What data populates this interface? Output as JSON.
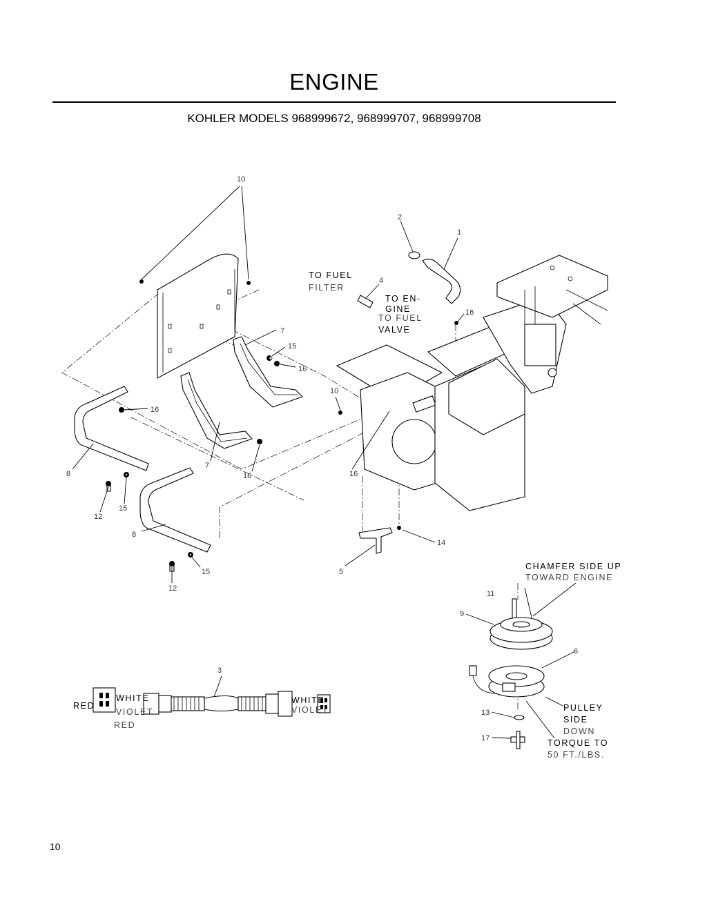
{
  "page": {
    "title": "ENGINE",
    "subtitle": "KOHLER MODELS 968999672, 968999707, 968999708",
    "page_number": "10"
  },
  "callouts": {
    "c1": "1",
    "c2": "2",
    "c3": "3",
    "c4": "4",
    "c5": "5",
    "c6": "6",
    "c7a": "7",
    "c7b": "7",
    "c8a": "8",
    "c8b": "8",
    "c9": "9",
    "c10a": "10",
    "c10b": "10",
    "c11": "11",
    "c12a": "12",
    "c12b": "12",
    "c13": "13",
    "c14": "14",
    "c15a": "15",
    "c15b": "15",
    "c15c": "15",
    "c16a": "16",
    "c16b": "16",
    "c16c": "16",
    "c16d": "16",
    "c16e": "16",
    "c17": "17"
  },
  "annotations": {
    "to_fuel_filter_1": "TO FUEL",
    "to_fuel_filter_2": "FILTER",
    "to_engine_1": "TO EN-",
    "to_engine_2": "GINE",
    "to_fuel_valve_1": "TO FUEL",
    "to_fuel_valve_2": "VALVE",
    "chamfer_1": "CHAMFER SIDE UP",
    "chamfer_2": "TOWARD ENGINE",
    "pulley_1": "PULLEY",
    "pulley_2": "SIDE",
    "pulley_3": "DOWN",
    "torque_1": "TORQUE TO",
    "torque_2": "50 FT./LBS."
  },
  "harness": {
    "left_red": "RED",
    "left_white": "WHITE",
    "left_violet": "VIOLET",
    "left_red2": "RED",
    "right_white": "WHITE",
    "right_violet": "VIOLET"
  }
}
